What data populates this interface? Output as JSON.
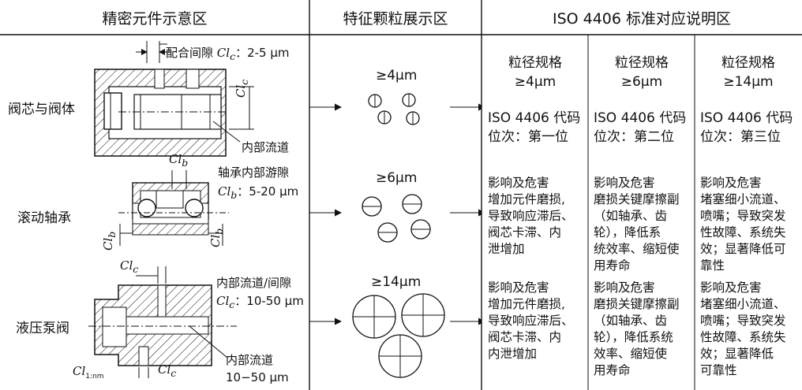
{
  "header": {
    "col1": "精密元件示意区",
    "col2": "特征颗粒展示区",
    "col3": "ISO 4406 标准对应说明区"
  },
  "rows": [
    {
      "component": "阀芯与阀体",
      "clearance_prefix": "配合间隙",
      "clearance_sym": "Cl",
      "clearance_sub": "c",
      "clearance_value": "：2-5 µm",
      "dim_label_sym": "Cl",
      "dim_label_sub": "c",
      "channel_label": "内部流道",
      "particle_label": "≥4µm"
    },
    {
      "component": "滚动轴承",
      "top_sym": "Cl",
      "top_sub": "b",
      "clearance_prefix": "轴承内部游隙",
      "clearance_sym": "Cl",
      "clearance_sub": "b",
      "clearance_value": "：5-20 µm",
      "left_sym": "Cl",
      "left_sub": "b",
      "right_sym": "Cl",
      "right_sub": "b",
      "particle_label": "≥6µm"
    },
    {
      "component": "液压泵阀",
      "top_sym": "Cl",
      "top_sub": "c",
      "clearance_prefix": "内部流道/间隙",
      "clearance_sym": "Cl",
      "clearance_sub": "c",
      "clearance_value": "：10-50 µm",
      "channel_label": "内部流道",
      "channel_value": "10−50 µm",
      "bottom_left_sym": "Cl",
      "bottom_left_sub": "1:nm",
      "bottom_right_sym": "Cl",
      "bottom_right_sub": "c",
      "particle_label": "≥14µm"
    }
  ],
  "iso": {
    "columns": [
      {
        "size_title": "粒径规格",
        "size_value": "≥4µm",
        "code": "ISO 4406 代码",
        "position": "位次：第一位"
      },
      {
        "size_title": "粒径规格",
        "size_value": "≥6µm",
        "code": "ISO 4406 代码",
        "position": "位次：第二位"
      },
      {
        "size_title": "粒径规格",
        "size_value": "≥14µm",
        "code": "ISO 4406 代码",
        "position": "位次：第三位"
      }
    ],
    "impact_row1": [
      [
        "影响及危害",
        "增加元件磨损,",
        "导致响应滞后、",
        "阀芯卡滞、内",
        "泄增加"
      ],
      [
        "影响及危害",
        "磨损关键摩擦副",
        "（如轴承、齿",
        "轮），降低系",
        "统效率、缩短使",
        "用寿命"
      ],
      [
        "影响及危害",
        "堵塞细小流道、",
        "喷嘴；导致突发",
        "性故障、系统失",
        "效；显著降低可",
        "靠性"
      ]
    ],
    "impact_row2": [
      [
        "影响及危害",
        "增加元件磨损,",
        "导致响应滞后、",
        "阀芯卡滞、内",
        "内泄增加"
      ],
      [
        "影响及危害",
        "磨损关键摩擦副",
        "（如轴承、齿",
        "轮），降低系统",
        "效率、缩短使",
        "用寿命"
      ],
      [
        "影响及危害",
        "堵塞细小流道、",
        "喷嘴；导致突发",
        "性故障、系统失",
        "效；显著降低",
        "可靠性"
      ]
    ]
  }
}
